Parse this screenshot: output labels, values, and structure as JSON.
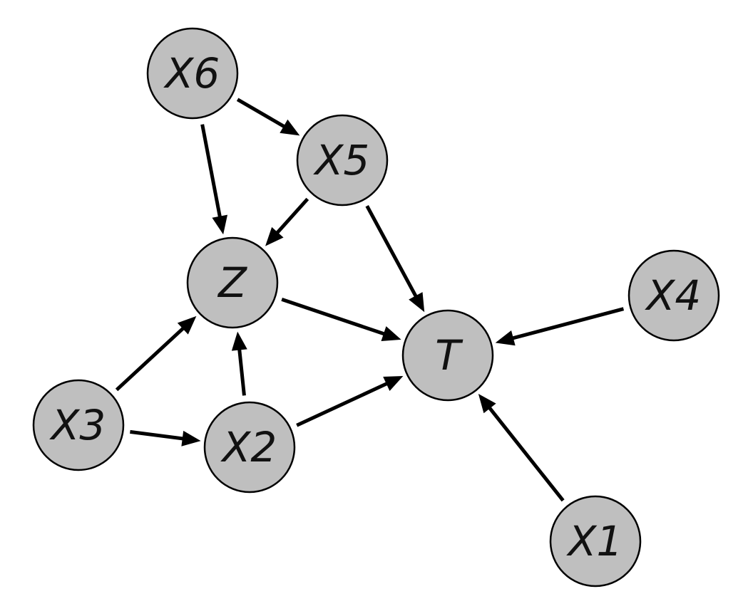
{
  "diagram": {
    "type": "directed-acyclic-graph",
    "colors": {
      "background": "#ffffff",
      "node_fill": "#bfbfbf",
      "node_stroke": "#000000",
      "edge": "#000000",
      "label": "#111111"
    },
    "nodes": [
      {
        "id": "X6",
        "label": "X6"
      },
      {
        "id": "X5",
        "label": "X5"
      },
      {
        "id": "Z",
        "label": "Z"
      },
      {
        "id": "X4",
        "label": "X4"
      },
      {
        "id": "T",
        "label": "T"
      },
      {
        "id": "X3",
        "label": "X3"
      },
      {
        "id": "X2",
        "label": "X2"
      },
      {
        "id": "X1",
        "label": "X1"
      }
    ],
    "edges": [
      {
        "from": "X6",
        "to": "X5"
      },
      {
        "from": "X6",
        "to": "Z"
      },
      {
        "from": "X5",
        "to": "Z"
      },
      {
        "from": "X5",
        "to": "T"
      },
      {
        "from": "Z",
        "to": "T"
      },
      {
        "from": "X4",
        "to": "T"
      },
      {
        "from": "X3",
        "to": "Z"
      },
      {
        "from": "X3",
        "to": "X2"
      },
      {
        "from": "X2",
        "to": "Z"
      },
      {
        "from": "X2",
        "to": "T"
      },
      {
        "from": "X1",
        "to": "T"
      }
    ]
  }
}
